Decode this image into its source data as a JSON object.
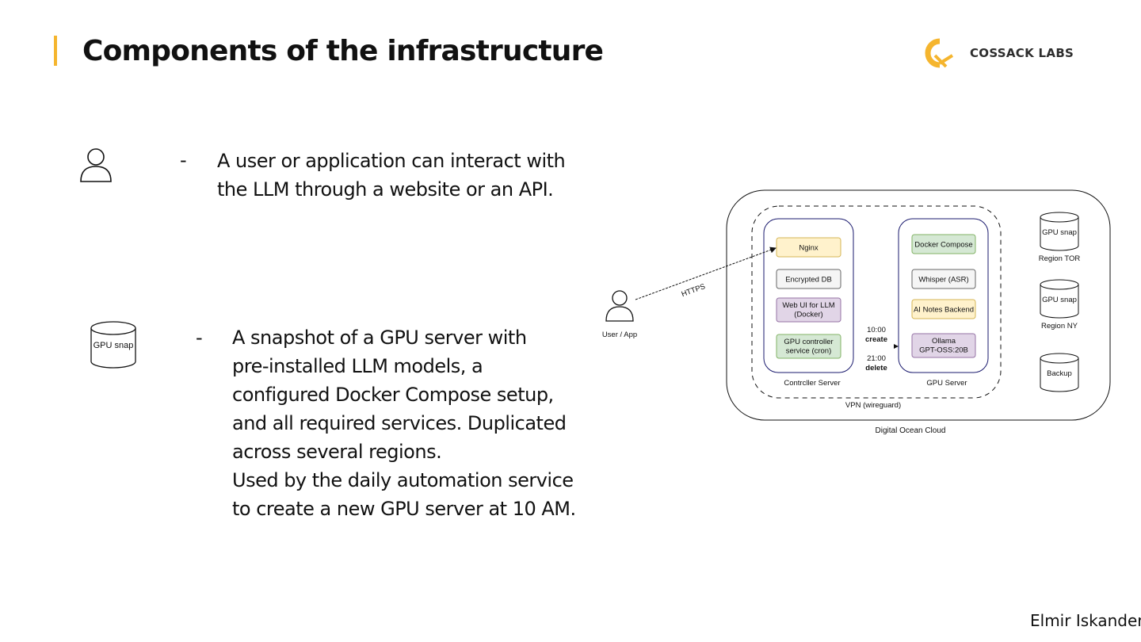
{
  "slide": {
    "title": "Components of the infrastructure",
    "accent_color": "#f5b52e",
    "logo": {
      "icon": "cossack-labs-logo-icon",
      "text": "COSSACK LABS"
    },
    "footer_author": "Elmir Iskanderov"
  },
  "bullets": [
    {
      "icon": "user-icon",
      "dash": "-",
      "lines": [
        "A user or application can interact with",
        "the LLM through a website or an API."
      ]
    },
    {
      "icon": "database-icon",
      "icon_label": "GPU snap",
      "dash": "-",
      "lines": [
        "A snapshot of a GPU server with",
        "pre-installed LLM models, a",
        "configured Docker Compose setup,",
        "and all required services. Duplicated",
        "across several regions.",
        "Used by the daily automation service",
        "to create a new GPU server at 10 AM."
      ]
    }
  ],
  "diagram": {
    "cloud_label": "Digital Ocean Cloud",
    "vpn_label": "VPN (wireguard)",
    "user_label": "User / App",
    "connection_label": "HTTPS",
    "controller_server": {
      "label": "Contrcller Server",
      "components": [
        {
          "name": "Nginx",
          "color": "#fff2cc",
          "border": "#d6b656"
        },
        {
          "name": "Encrypted DB",
          "color": "#f5f5f5",
          "border": "#666666"
        },
        {
          "name": "Web UI for LLM|(Docker)",
          "color": "#e1d5e7",
          "border": "#9673a6"
        },
        {
          "name": "GPU controller|service (cron)",
          "color": "#d5e8d4",
          "border": "#82b366"
        }
      ]
    },
    "gpu_server": {
      "label": "GPU Server",
      "components": [
        {
          "name": "Docker Compose",
          "color": "#d5e8d4",
          "border": "#82b366"
        },
        {
          "name": "Whisper (ASR)",
          "color": "#f5f5f5",
          "border": "#666666"
        },
        {
          "name": "AI Notes Backend",
          "color": "#fff2cc",
          "border": "#d6b656"
        },
        {
          "name": "Ollama|GPT-OSS:20B",
          "color": "#e1d5e7",
          "border": "#9673a6"
        }
      ]
    },
    "schedule": {
      "create_time": "10:00",
      "create_label": "create",
      "delete_time": "21:00",
      "delete_label": "delete"
    },
    "storage": [
      {
        "name": "GPU snap",
        "region": "Region TOR"
      },
      {
        "name": "GPU snap",
        "region": "Region NY"
      },
      {
        "name": "Backup",
        "region": ""
      }
    ]
  }
}
